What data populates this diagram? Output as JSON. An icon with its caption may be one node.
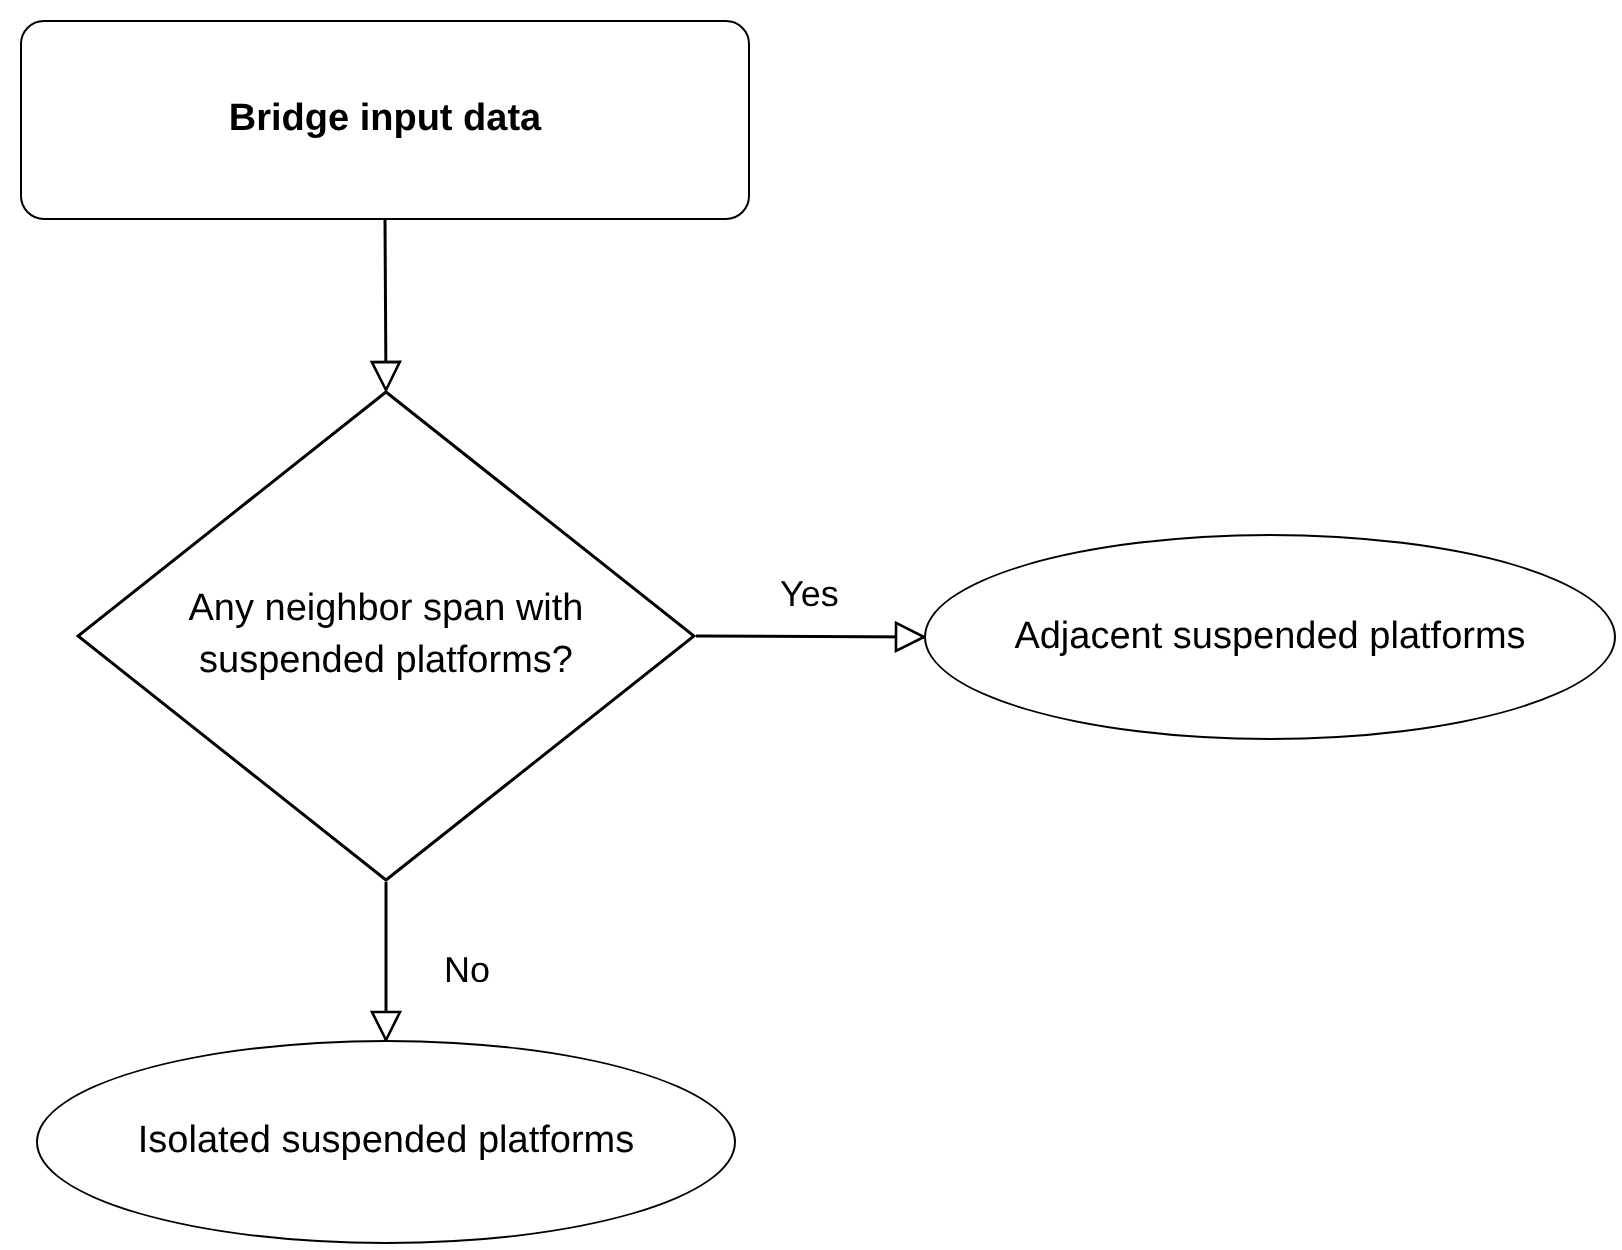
{
  "diagram": {
    "nodes": [
      {
        "text": [
          "Bridge input data"
        ]
      },
      {
        "text": [
          "Any neighbor span with suspended platforms?"
        ]
      },
      {
        "text": [
          "Adjacent suspended platforms"
        ]
      },
      {
        "text": [
          "Isolated suspended platforms"
        ]
      }
    ],
    "edges": [
      {
        "from": 0,
        "to": 1,
        "arrow": "to"
      },
      {
        "from": 1,
        "to": 2,
        "arrow": "to",
        "label": "Yes"
      },
      {
        "from": 1,
        "to": 3,
        "arrow": "to",
        "label": "No"
      }
    ]
  }
}
